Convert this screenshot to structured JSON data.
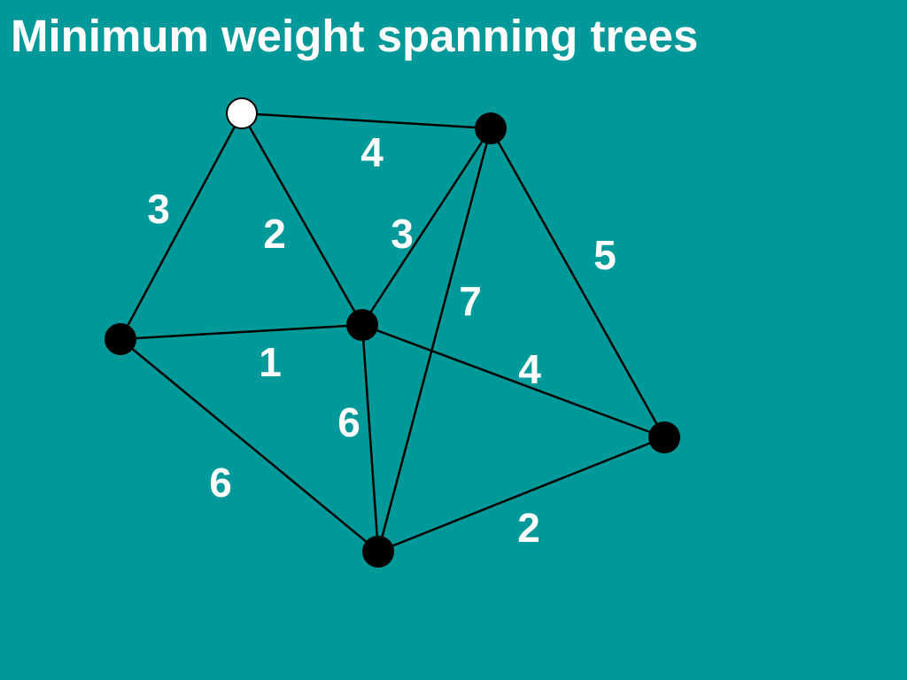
{
  "slide": {
    "title": "Minimum weight spanning trees",
    "background_color": "#009999"
  },
  "graph": {
    "edge_color": "#000000",
    "node_default_color": "#000000",
    "node_start_color": "#ffffff",
    "label_color": "#ffffff",
    "nodes": [
      {
        "id": "top-left",
        "start": true
      },
      {
        "id": "top-right",
        "start": false
      },
      {
        "id": "left",
        "start": false
      },
      {
        "id": "center",
        "start": false
      },
      {
        "id": "right",
        "start": false
      },
      {
        "id": "bottom",
        "start": false
      }
    ],
    "edges": [
      {
        "from": "top-left",
        "to": "top-right",
        "weight": "4"
      },
      {
        "from": "top-left",
        "to": "left",
        "weight": "3"
      },
      {
        "from": "top-left",
        "to": "center",
        "weight": "2"
      },
      {
        "from": "top-right",
        "to": "center",
        "weight": "3"
      },
      {
        "from": "top-right",
        "to": "bottom",
        "weight": "7"
      },
      {
        "from": "top-right",
        "to": "right",
        "weight": "5"
      },
      {
        "from": "left",
        "to": "center",
        "weight": "1"
      },
      {
        "from": "center",
        "to": "right",
        "weight": "4"
      },
      {
        "from": "center",
        "to": "bottom",
        "weight": "6"
      },
      {
        "from": "left",
        "to": "bottom",
        "weight": "6"
      },
      {
        "from": "bottom",
        "to": "right",
        "weight": "2"
      }
    ]
  }
}
